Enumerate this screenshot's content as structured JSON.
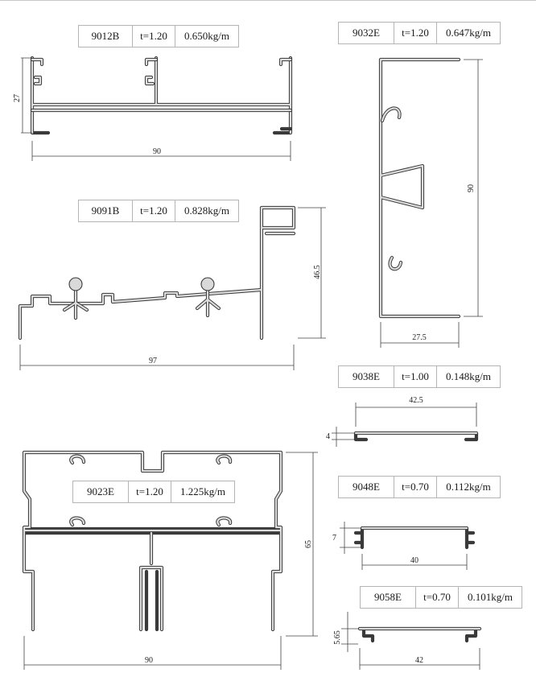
{
  "specs": [
    {
      "code": "9012B",
      "thickness": "t=1.20",
      "weight": "0.650kg/m"
    },
    {
      "code": "9032E",
      "thickness": "t=1.20",
      "weight": "0.647kg/m"
    },
    {
      "code": "9091B",
      "thickness": "t=1.20",
      "weight": "0.828kg/m"
    },
    {
      "code": "9038E",
      "thickness": "t=1.00",
      "weight": "0.148kg/m"
    },
    {
      "code": "9023E",
      "thickness": "t=1.20",
      "weight": "1.225kg/m"
    },
    {
      "code": "9048E",
      "thickness": "t=0.70",
      "weight": "0.112kg/m"
    },
    {
      "code": "9058E",
      "thickness": "t=0.70",
      "weight": "0.101kg/m"
    }
  ],
  "dims": {
    "p9012B_height": "27",
    "p9012B_width": "90",
    "p9032E_height": "90",
    "p9032E_width": "27.5",
    "p9091B_height": "46.5",
    "p9091B_width": "97",
    "p9038E_width": "42.5",
    "p9038E_height": "4",
    "p9023E_height": "65",
    "p9023E_width": "90",
    "p9048E_height": "7",
    "p9048E_width": "40",
    "p9058E_height": "5.65",
    "p9058E_width": "42"
  }
}
